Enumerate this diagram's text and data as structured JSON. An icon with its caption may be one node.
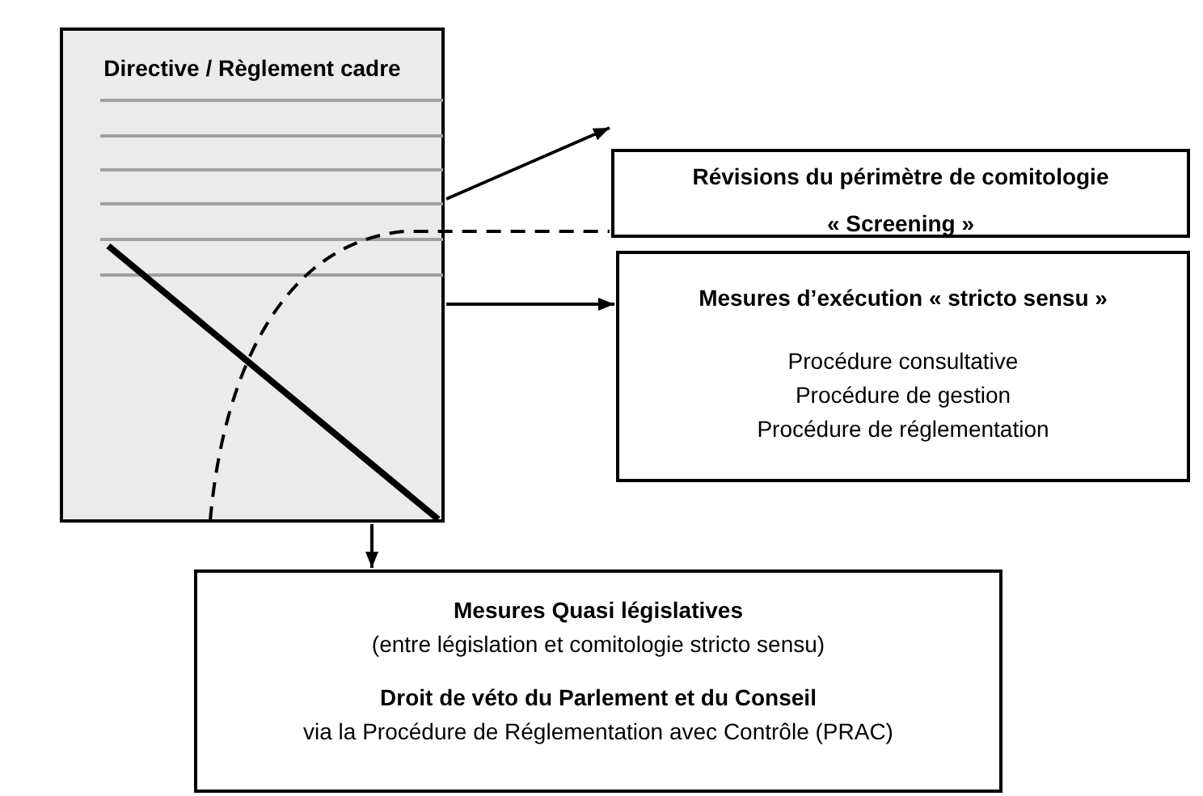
{
  "diagram": {
    "nodes": [
      {
        "text": [
          "Directive / Règlement cadre"
        ]
      },
      {
        "text": [
          "Révisions du périmètre de comitologie",
          "« Screening »"
        ]
      },
      {
        "text": [
          "Mesures d’exécution « stricto sensu »",
          "Procédure consultative",
          "Procédure de gestion",
          "Procédure de réglementation"
        ]
      },
      {
        "text": [
          "Mesures Quasi législatives",
          "(entre législation et comitologie stricto sensu)",
          "Droit de véto du Parlement et du Conseil",
          "via la Procédure de Réglementation avec Contrôle (PRAC)"
        ]
      }
    ],
    "edges": [
      {
        "from": 0,
        "to": 1,
        "arrow": "to"
      },
      {
        "from": 0,
        "to": 1,
        "arrow": "none",
        "style": "dashed"
      },
      {
        "from": 0,
        "to": 2,
        "arrow": "to"
      },
      {
        "from": 0,
        "to": 3,
        "arrow": "to"
      }
    ]
  }
}
